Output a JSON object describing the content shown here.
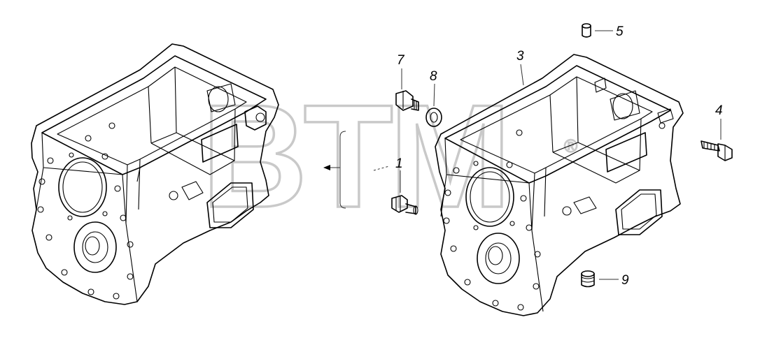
{
  "watermark": {
    "text": "BTM",
    "mark": "®"
  },
  "callouts": [
    {
      "id": "1",
      "label": "1"
    },
    {
      "id": "3",
      "label": "3"
    },
    {
      "id": "4",
      "label": "4"
    },
    {
      "id": "5",
      "label": "5"
    },
    {
      "id": "7",
      "label": "7"
    },
    {
      "id": "8",
      "label": "8"
    },
    {
      "id": "9",
      "label": "9"
    }
  ],
  "colors": {
    "line": "#000000",
    "watermark": "#c9c9c9",
    "background": "#ffffff"
  },
  "icons": [
    "gearbox-housing-left",
    "gearbox-housing-right",
    "plug",
    "washer",
    "bolt",
    "pin",
    "drain-plug",
    "fitting"
  ]
}
